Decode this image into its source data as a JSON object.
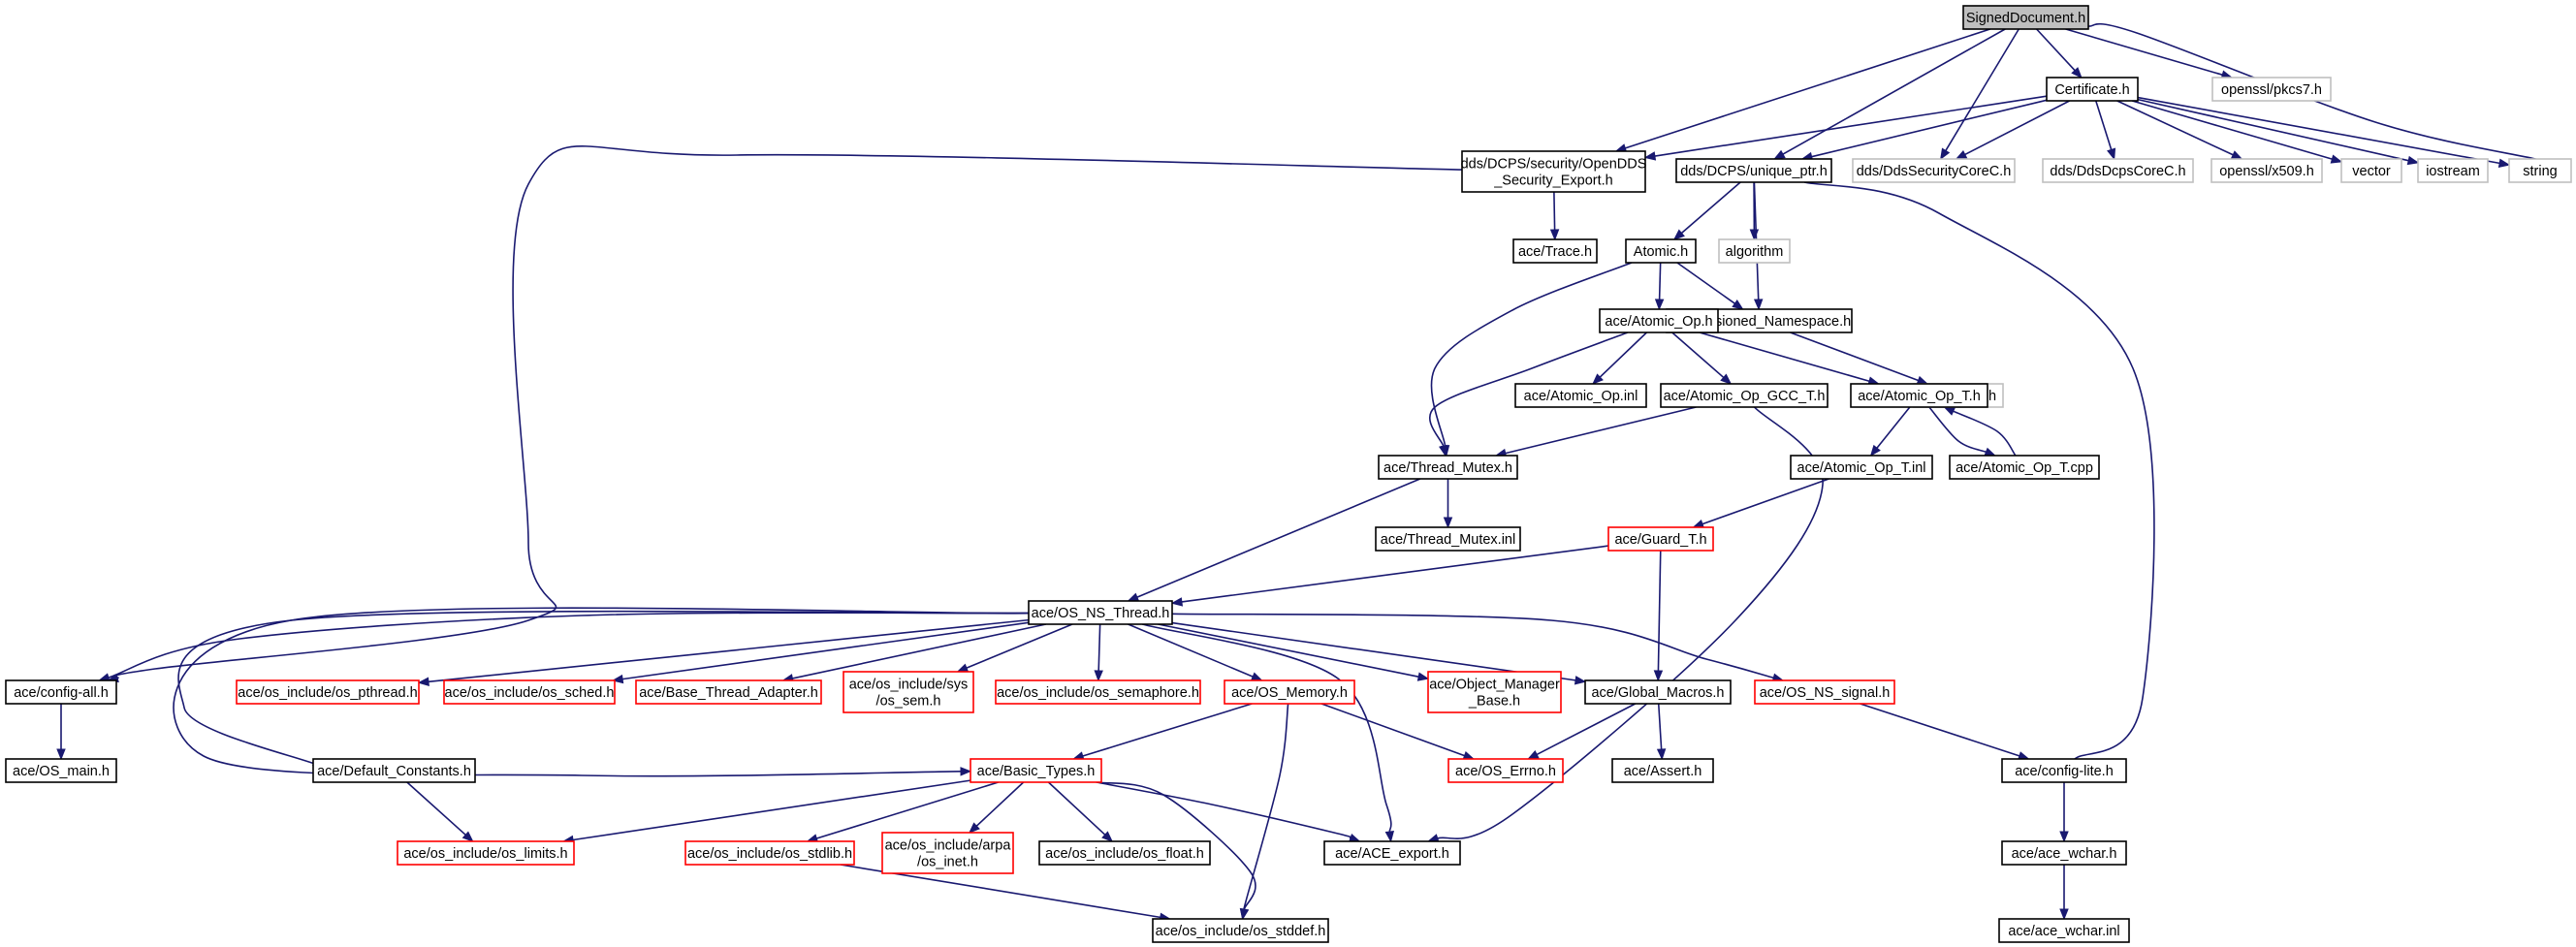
{
  "graph": {
    "colors": {
      "edge": "#191970",
      "node_normal_border": "#000000",
      "node_truncated_border": "#ff0000",
      "node_external_border": "#bfbfbf",
      "root_fill": "#bfbfbf",
      "node_fill": "#ffffff",
      "text": "#000000"
    },
    "nodes": [
      {
        "id": "signed_document",
        "lines": [
          "SignedDocument.h"
        ],
        "kind": "root"
      },
      {
        "id": "certificate",
        "lines": [
          "Certificate.h"
        ],
        "kind": "normal"
      },
      {
        "id": "openssl_pkcs7",
        "lines": [
          "openssl/pkcs7.h"
        ],
        "kind": "external"
      },
      {
        "id": "opendds_security_export",
        "lines": [
          "dds/DCPS/security/OpenDDS",
          "_Security_Export.h"
        ],
        "kind": "normal"
      },
      {
        "id": "unique_ptr",
        "lines": [
          "dds/DCPS/unique_ptr.h"
        ],
        "kind": "normal"
      },
      {
        "id": "dds_security_core_c",
        "lines": [
          "dds/DdsSecurityCoreC.h"
        ],
        "kind": "external"
      },
      {
        "id": "dds_dcps_core_c",
        "lines": [
          "dds/DdsDcpsCoreC.h"
        ],
        "kind": "external"
      },
      {
        "id": "openssl_x509",
        "lines": [
          "openssl/x509.h"
        ],
        "kind": "external"
      },
      {
        "id": "vector",
        "lines": [
          "vector"
        ],
        "kind": "external"
      },
      {
        "id": "iostream",
        "lines": [
          "iostream"
        ],
        "kind": "external"
      },
      {
        "id": "string",
        "lines": [
          "string"
        ],
        "kind": "external"
      },
      {
        "id": "trace",
        "lines": [
          "ace/Trace.h"
        ],
        "kind": "normal"
      },
      {
        "id": "atomic",
        "lines": [
          "Atomic.h"
        ],
        "kind": "normal"
      },
      {
        "id": "algorithm",
        "lines": [
          "algorithm"
        ],
        "kind": "external"
      },
      {
        "id": "versioned_namespace",
        "lines": [
          "dds/Versioned_Namespace.h"
        ],
        "kind": "normal"
      },
      {
        "id": "atomic_op",
        "lines": [
          "ace/Atomic_Op.h"
        ],
        "kind": "normal"
      },
      {
        "id": "config_h",
        "lines": [
          "ace/config.h"
        ],
        "kind": "external"
      },
      {
        "id": "atomic_op_inl",
        "lines": [
          "ace/Atomic_Op.inl"
        ],
        "kind": "normal"
      },
      {
        "id": "atomic_op_gcc_t",
        "lines": [
          "ace/Atomic_Op_GCC_T.h"
        ],
        "kind": "normal"
      },
      {
        "id": "atomic_op_t",
        "lines": [
          "ace/Atomic_Op_T.h"
        ],
        "kind": "normal"
      },
      {
        "id": "thread_mutex",
        "lines": [
          "ace/Thread_Mutex.h"
        ],
        "kind": "normal"
      },
      {
        "id": "atomic_op_t_inl",
        "lines": [
          "ace/Atomic_Op_T.inl"
        ],
        "kind": "normal"
      },
      {
        "id": "atomic_op_t_cpp",
        "lines": [
          "ace/Atomic_Op_T.cpp"
        ],
        "kind": "normal"
      },
      {
        "id": "thread_mutex_inl",
        "lines": [
          "ace/Thread_Mutex.inl"
        ],
        "kind": "normal"
      },
      {
        "id": "guard_t",
        "lines": [
          "ace/Guard_T.h"
        ],
        "kind": "truncated"
      },
      {
        "id": "os_ns_thread",
        "lines": [
          "ace/OS_NS_Thread.h"
        ],
        "kind": "normal"
      },
      {
        "id": "config_all",
        "lines": [
          "ace/config-all.h"
        ],
        "kind": "normal"
      },
      {
        "id": "os_pthread",
        "lines": [
          "ace/os_include/os_pthread.h"
        ],
        "kind": "truncated"
      },
      {
        "id": "os_sched",
        "lines": [
          "ace/os_include/os_sched.h"
        ],
        "kind": "truncated"
      },
      {
        "id": "base_thread_adapter",
        "lines": [
          "ace/Base_Thread_Adapter.h"
        ],
        "kind": "truncated"
      },
      {
        "id": "os_sem",
        "lines": [
          "ace/os_include/sys",
          "/os_sem.h"
        ],
        "kind": "truncated"
      },
      {
        "id": "os_semaphore",
        "lines": [
          "ace/os_include/os_semaphore.h"
        ],
        "kind": "truncated"
      },
      {
        "id": "os_memory",
        "lines": [
          "ace/OS_Memory.h"
        ],
        "kind": "truncated"
      },
      {
        "id": "object_manager_base",
        "lines": [
          "ace/Object_Manager",
          "_Base.h"
        ],
        "kind": "truncated"
      },
      {
        "id": "global_macros",
        "lines": [
          "ace/Global_Macros.h"
        ],
        "kind": "normal"
      },
      {
        "id": "os_ns_signal",
        "lines": [
          "ace/OS_NS_signal.h"
        ],
        "kind": "truncated"
      },
      {
        "id": "os_main",
        "lines": [
          "ace/OS_main.h"
        ],
        "kind": "normal"
      },
      {
        "id": "default_constants",
        "lines": [
          "ace/Default_Constants.h"
        ],
        "kind": "normal"
      },
      {
        "id": "basic_types",
        "lines": [
          "ace/Basic_Types.h"
        ],
        "kind": "truncated"
      },
      {
        "id": "os_errno",
        "lines": [
          "ace/OS_Errno.h"
        ],
        "kind": "truncated"
      },
      {
        "id": "assert",
        "lines": [
          "ace/Assert.h"
        ],
        "kind": "normal"
      },
      {
        "id": "config_lite",
        "lines": [
          "ace/config-lite.h"
        ],
        "kind": "normal"
      },
      {
        "id": "os_limits",
        "lines": [
          "ace/os_include/os_limits.h"
        ],
        "kind": "truncated"
      },
      {
        "id": "os_stdlib",
        "lines": [
          "ace/os_include/os_stdlib.h"
        ],
        "kind": "truncated"
      },
      {
        "id": "os_inet",
        "lines": [
          "ace/os_include/arpa",
          "/os_inet.h"
        ],
        "kind": "truncated"
      },
      {
        "id": "os_float",
        "lines": [
          "ace/os_include/os_float.h"
        ],
        "kind": "normal"
      },
      {
        "id": "ace_export",
        "lines": [
          "ace/ACE_export.h"
        ],
        "kind": "normal"
      },
      {
        "id": "ace_wchar",
        "lines": [
          "ace/ace_wchar.h"
        ],
        "kind": "normal"
      },
      {
        "id": "os_stddef",
        "lines": [
          "ace/os_include/os_stddef.h"
        ],
        "kind": "normal"
      },
      {
        "id": "ace_wchar_inl",
        "lines": [
          "ace/ace_wchar.inl"
        ],
        "kind": "normal"
      }
    ],
    "edges": [
      [
        "signed_document",
        "certificate"
      ],
      [
        "signed_document",
        "openssl_pkcs7"
      ],
      [
        "signed_document",
        "opendds_security_export"
      ],
      [
        "signed_document",
        "unique_ptr"
      ],
      [
        "signed_document",
        "dds_security_core_c"
      ],
      [
        "signed_document",
        "string"
      ],
      [
        "certificate",
        "opendds_security_export"
      ],
      [
        "certificate",
        "unique_ptr"
      ],
      [
        "certificate",
        "dds_security_core_c"
      ],
      [
        "certificate",
        "dds_dcps_core_c"
      ],
      [
        "certificate",
        "openssl_x509"
      ],
      [
        "certificate",
        "vector"
      ],
      [
        "certificate",
        "iostream"
      ],
      [
        "certificate",
        "string"
      ],
      [
        "opendds_security_export",
        "trace"
      ],
      [
        "opendds_security_export",
        "config_all"
      ],
      [
        "unique_ptr",
        "atomic"
      ],
      [
        "unique_ptr",
        "algorithm"
      ],
      [
        "unique_ptr",
        "versioned_namespace"
      ],
      [
        "unique_ptr",
        "config_lite"
      ],
      [
        "atomic",
        "atomic_op"
      ],
      [
        "atomic",
        "versioned_namespace"
      ],
      [
        "atomic",
        "thread_mutex"
      ],
      [
        "versioned_namespace",
        "config_h"
      ],
      [
        "atomic_op",
        "atomic_op_inl"
      ],
      [
        "atomic_op",
        "atomic_op_gcc_t"
      ],
      [
        "atomic_op",
        "atomic_op_t"
      ],
      [
        "atomic_op",
        "thread_mutex"
      ],
      [
        "atomic_op_gcc_t",
        "thread_mutex"
      ],
      [
        "atomic_op_gcc_t",
        "ace_export"
      ],
      [
        "atomic_op_t",
        "atomic_op_t_inl"
      ],
      [
        "atomic_op_t",
        "atomic_op_t_cpp"
      ],
      [
        "atomic_op_t_cpp",
        "atomic_op_t"
      ],
      [
        "atomic_op_t_inl",
        "guard_t"
      ],
      [
        "thread_mutex",
        "thread_mutex_inl"
      ],
      [
        "thread_mutex",
        "os_ns_thread"
      ],
      [
        "guard_t",
        "os_ns_thread"
      ],
      [
        "guard_t",
        "global_macros"
      ],
      [
        "os_ns_thread",
        "config_all"
      ],
      [
        "os_ns_thread",
        "os_pthread"
      ],
      [
        "os_ns_thread",
        "os_sched"
      ],
      [
        "os_ns_thread",
        "base_thread_adapter"
      ],
      [
        "os_ns_thread",
        "os_sem"
      ],
      [
        "os_ns_thread",
        "os_semaphore"
      ],
      [
        "os_ns_thread",
        "os_memory"
      ],
      [
        "os_ns_thread",
        "object_manager_base"
      ],
      [
        "os_ns_thread",
        "global_macros"
      ],
      [
        "os_ns_thread",
        "os_ns_signal"
      ],
      [
        "os_ns_thread",
        "default_constants"
      ],
      [
        "os_ns_thread",
        "basic_types"
      ],
      [
        "os_ns_thread",
        "ace_export"
      ],
      [
        "config_all",
        "os_main"
      ],
      [
        "os_memory",
        "basic_types"
      ],
      [
        "os_memory",
        "os_errno"
      ],
      [
        "os_memory",
        "os_stddef"
      ],
      [
        "global_macros",
        "os_errno"
      ],
      [
        "global_macros",
        "assert"
      ],
      [
        "os_ns_signal",
        "config_lite"
      ],
      [
        "default_constants",
        "os_limits"
      ],
      [
        "basic_types",
        "os_limits"
      ],
      [
        "basic_types",
        "os_stdlib"
      ],
      [
        "basic_types",
        "os_inet"
      ],
      [
        "basic_types",
        "os_float"
      ],
      [
        "basic_types",
        "ace_export"
      ],
      [
        "basic_types",
        "os_stddef"
      ],
      [
        "os_stdlib",
        "os_stddef"
      ],
      [
        "config_lite",
        "ace_wchar"
      ],
      [
        "ace_wchar",
        "ace_wchar_inl"
      ]
    ]
  }
}
